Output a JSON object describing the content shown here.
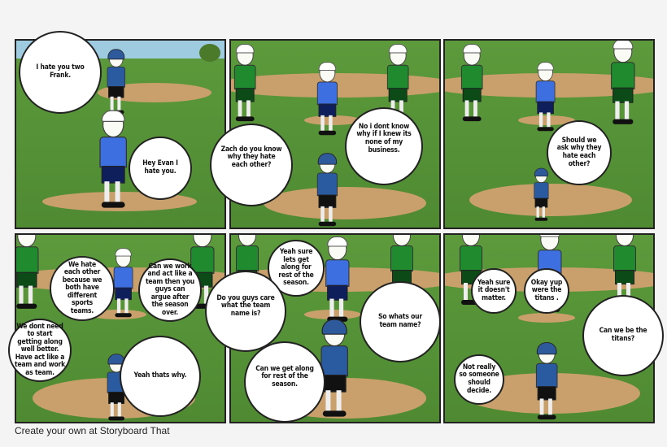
{
  "storyboard": {
    "panels": [
      {
        "bubbles": [
          "I hate you two Frank.",
          "Hey Evan I hate you."
        ]
      },
      {
        "bubbles": [
          "Zach do you know why they hate each other?",
          "No i dont know why if I knew its none of my business."
        ]
      },
      {
        "bubbles": [
          "Should we ask why they hate each other?"
        ]
      },
      {
        "bubbles": [
          "We hate each other because we both have different sports teams.",
          "Can we work and act like a team then you guys can argue after the season over.",
          "We dont need to start getting along well better. Have act like a team and work as team.",
          "Yeah thats why."
        ]
      },
      {
        "bubbles": [
          "Yeah sure lets get along for rest of the season.",
          "Do you guys care what the team name is?",
          "Can we get along for rest of the season.",
          "So whats our team name?"
        ]
      },
      {
        "bubbles": [
          "Yeah sure it doesn't matter.",
          "Okay yup were the titans .",
          "Can we be the titans?",
          "Not really so someone should decide."
        ]
      }
    ]
  },
  "footer": {
    "text": "Create your own at Storyboard That"
  },
  "colors": {
    "field": "#5c9a3c",
    "dirt": "#c9a06b",
    "sky": "#9fcbe0",
    "green_jersey": "#1f8a2e",
    "blue_jersey": "#3d6fe0"
  }
}
